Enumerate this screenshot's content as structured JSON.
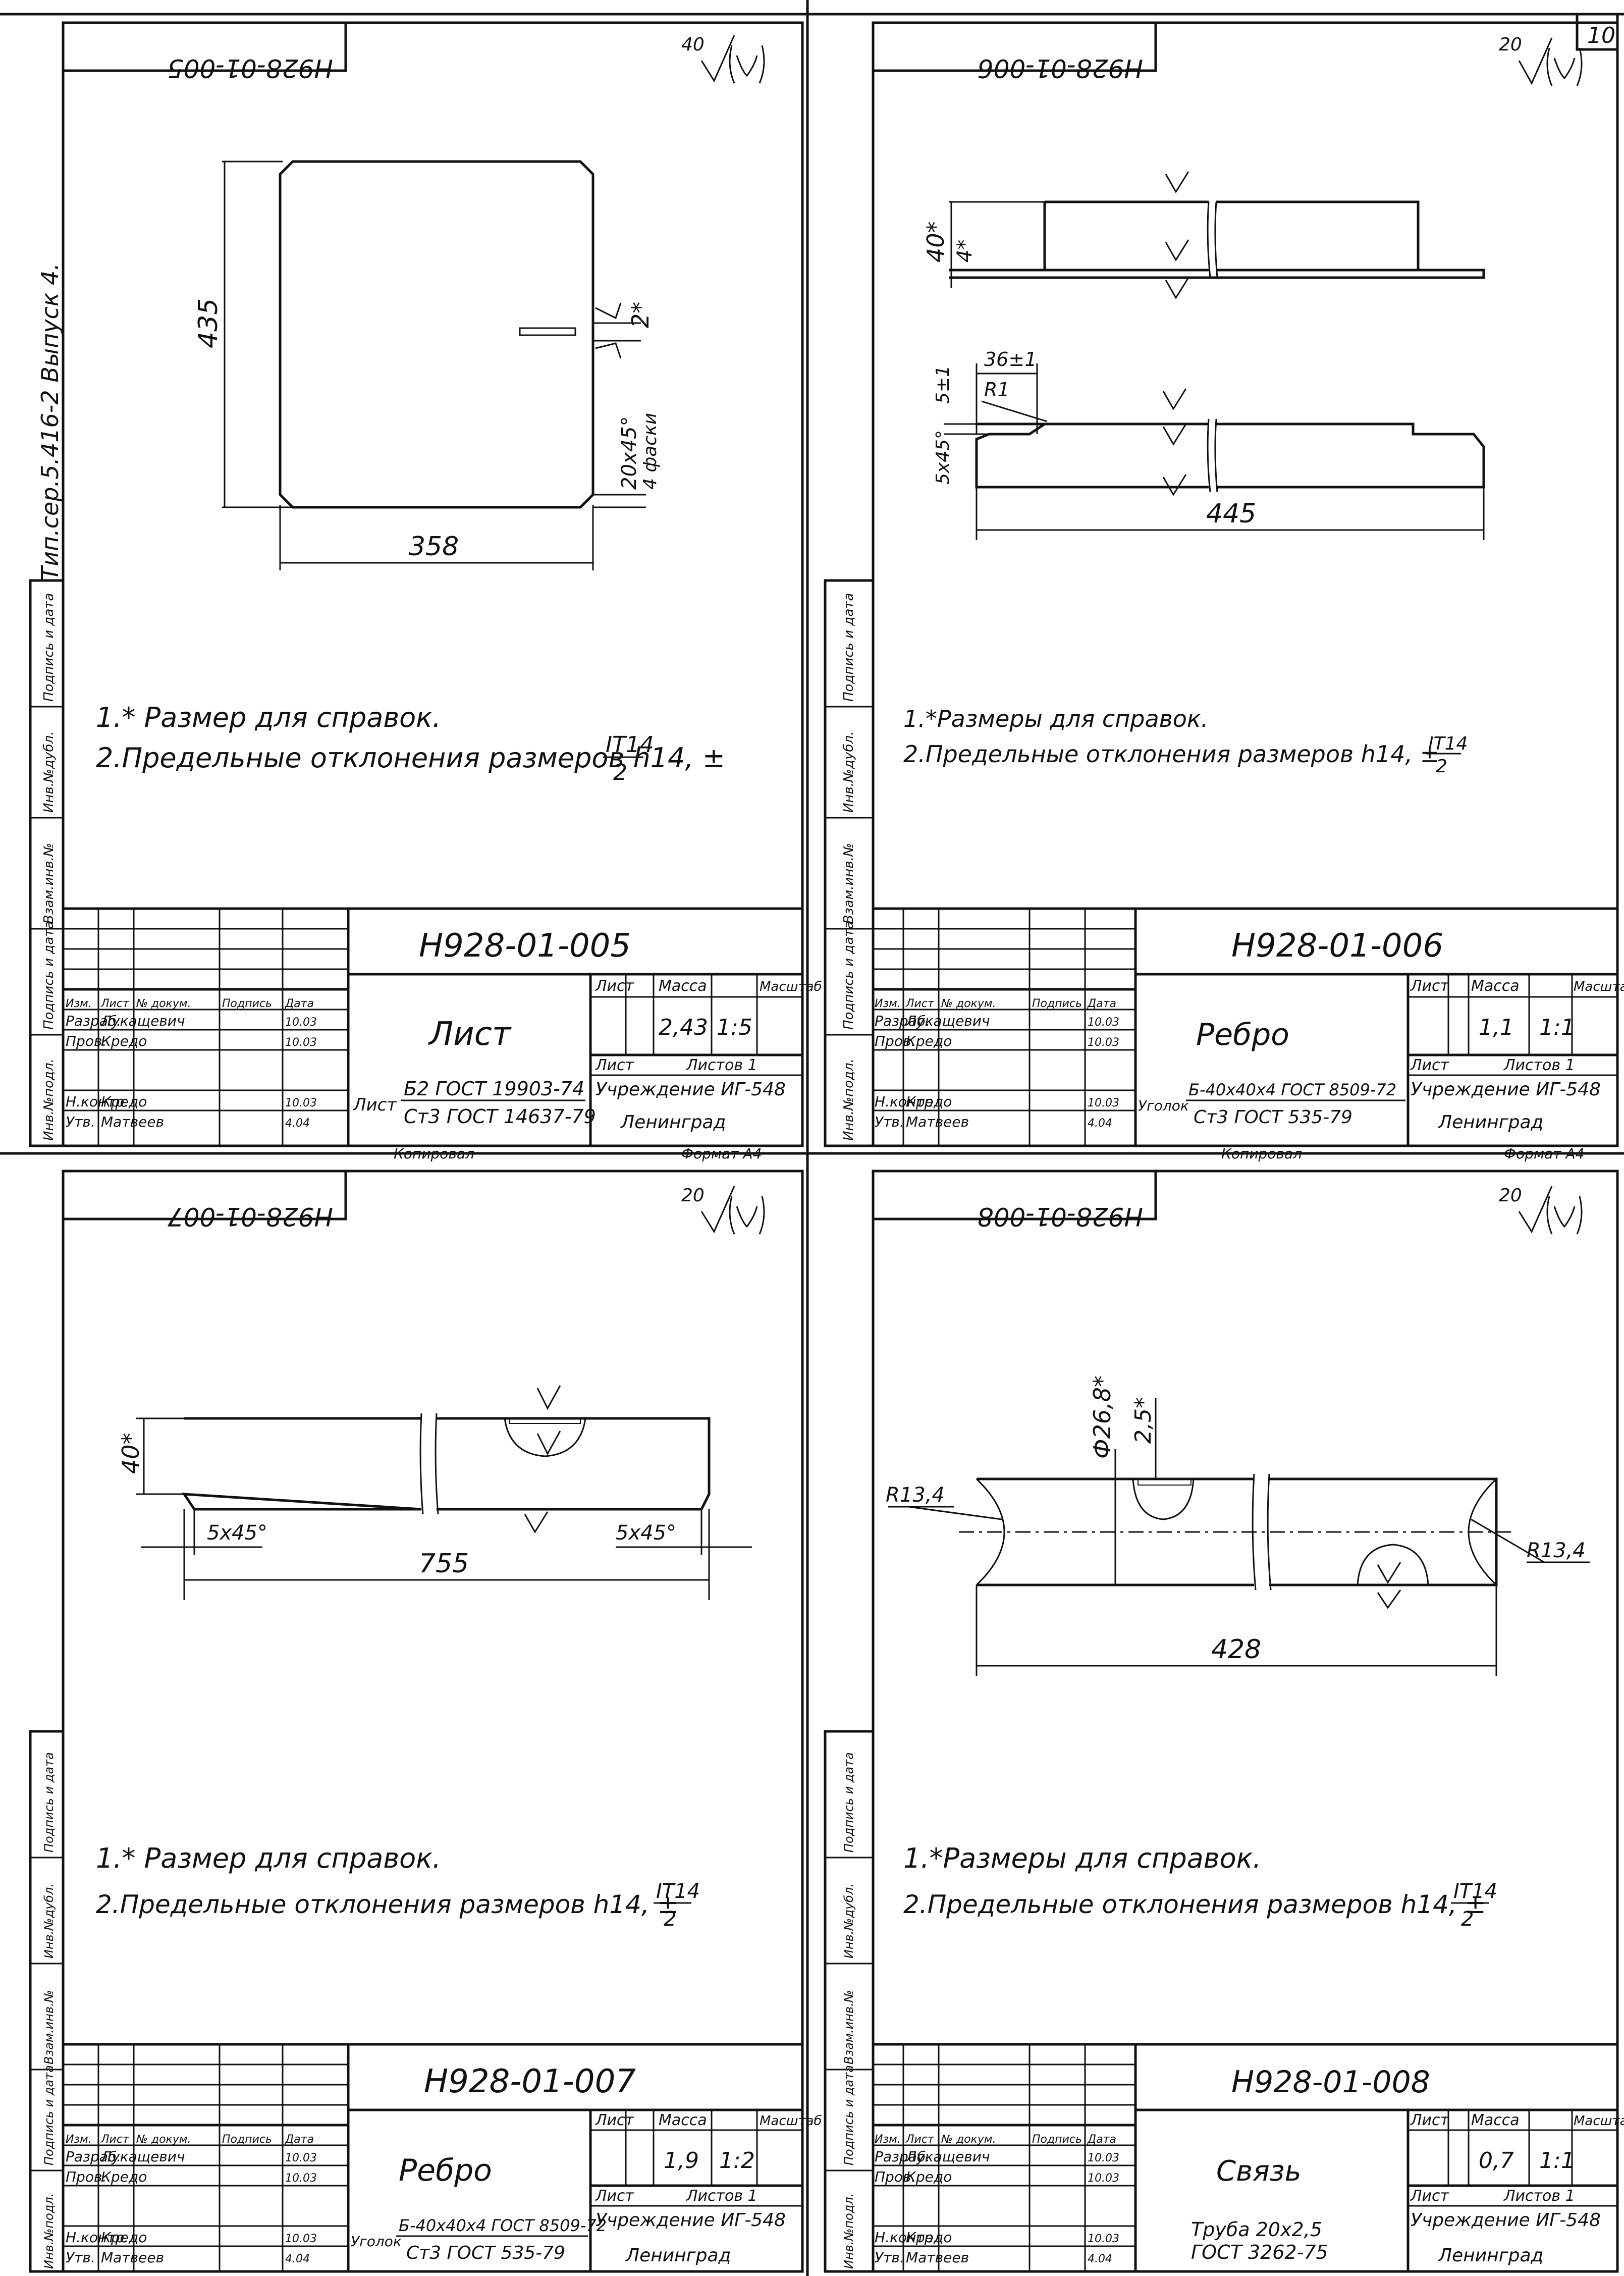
{
  "page_number": "10",
  "side_note": "Тип.сер.5.416-2 Выпуск 4.",
  "stamp_column_labels": [
    "Инв.№подл.",
    "Подпись и дата",
    "Взам.инв.№",
    "Инв.№дубл.",
    "Подпись и дата"
  ],
  "sheets": [
    {
      "mirrored_code": "H928-01-005",
      "roughness": "40",
      "designation": "H928-01-005",
      "name": "Лист",
      "mass": "2,43",
      "scale": "1:5",
      "sheet_label": "Лист",
      "sheets_label": "Листов 1",
      "organization": "Учреждение ИГ-548",
      "city": "Ленинград",
      "material_prefix": "Лист",
      "material_line1": "Б2 ГОСТ 19903-74",
      "material_line2": "Ст3 ГОСТ 14637-79",
      "copied": "Копировал",
      "format": "Формат А4",
      "col_headers": [
        "Изм.",
        "Лист",
        "№ докум.",
        "Подпись",
        "Дата"
      ],
      "rows": [
        {
          "role": "Разраб.",
          "name": "Лукащевич",
          "date": "10.03"
        },
        {
          "role": "Пров.",
          "name": "Кредо",
          "date": "10.03"
        },
        {
          "role": "Н.контр.",
          "name": "Кредо",
          "date": "10.03"
        },
        {
          "role": "Утв.",
          "name": "Матвеев",
          "date": "4.04"
        }
      ],
      "dims": {
        "height": "435",
        "width": "358",
        "chamfer": "20x45°",
        "chamfer_note": "4 фаски",
        "weld": "2*"
      },
      "notes": [
        "1.* Размер для справок.",
        "2.Предельные отклонения размеров h14, ±",
        "IT14",
        "2"
      ]
    },
    {
      "mirrored_code": "H928-01-006",
      "roughness": "20",
      "designation": "H928-01-006",
      "name": "Ребро",
      "mass": "1,1",
      "scale": "1:1",
      "sheet_label": "Лист",
      "sheets_label": "Листов 1",
      "organization": "Учреждение ИГ-548",
      "city": "Ленинград",
      "material_prefix": "Уголок",
      "material_line1": "Б-40x40x4 ГОСТ 8509-72",
      "material_line2": "Ст3 ГОСТ 535-79",
      "copied": "Копировал",
      "format": "Формат А4",
      "col_headers": [
        "Изм.",
        "Лист",
        "№ докум.",
        "Подпись",
        "Дата"
      ],
      "rows": [
        {
          "role": "Разраб.",
          "name": "Лукащевич",
          "date": "10.03"
        },
        {
          "role": "Пров.",
          "name": "Кредо",
          "date": "10.03"
        },
        {
          "role": "Н.контр.",
          "name": "Кредо",
          "date": "10.03"
        },
        {
          "role": "Утв.",
          "name": "Матвеев",
          "date": "4.04"
        }
      ],
      "dims": {
        "height": "40*",
        "thk": "4*",
        "flange": "36±1",
        "radius": "R1",
        "gap": "5±1",
        "chamfer": "5x45°",
        "length": "445"
      },
      "notes": [
        "1.*Размеры для справок.",
        "2.Предельные отклонения размеров h14, ±",
        "IT14",
        "2"
      ]
    },
    {
      "mirrored_code": "H928-01-007",
      "roughness": "20",
      "designation": "H928-01-007",
      "name": "Ребро",
      "mass": "1,9",
      "scale": "1:2",
      "sheet_label": "Лист",
      "sheets_label": "Листов 1",
      "organization": "Учреждение ИГ-548",
      "city": "Ленинград",
      "material_prefix": "Уголок",
      "material_line1": "Б-40x40x4 ГОСТ 8509-72",
      "material_line2": "Ст3 ГОСТ 535-79",
      "copied": "",
      "format": "",
      "col_headers": [
        "Изм.",
        "Лист",
        "№ докум.",
        "Подпись",
        "Дата"
      ],
      "rows": [
        {
          "role": "Разраб.",
          "name": "Лукащевич",
          "date": "10.03"
        },
        {
          "role": "Пров.",
          "name": "Кредо",
          "date": "10.03"
        },
        {
          "role": "Н.контр.",
          "name": "Кредо",
          "date": "10.03"
        },
        {
          "role": "Утв.",
          "name": "Матвеев",
          "date": "4.04"
        }
      ],
      "dims": {
        "height": "40*",
        "chamfer_left": "5x45°",
        "chamfer_right": "5x45°",
        "length": "755"
      },
      "notes": [
        "1.* Размер для справок.",
        "2.Предельные отклонения размеров h14, ±",
        "IT14",
        "2"
      ]
    },
    {
      "mirrored_code": "H928-01-008",
      "roughness": "20",
      "designation": "H928-01-008",
      "name": "Связь",
      "mass": "0,7",
      "scale": "1:1",
      "sheet_label": "Лист",
      "sheets_label": "Листов 1",
      "organization": "Учреждение ИГ-548",
      "city": "Ленинград",
      "material_prefix": "",
      "material_line1": "Труба 20x2,5",
      "material_line2": "ГОСТ 3262-75",
      "copied": "",
      "format": "",
      "col_headers": [
        "Изм.",
        "Лист",
        "№ докум.",
        "Подпись",
        "Дата"
      ],
      "rows": [
        {
          "role": "Разраб.",
          "name": "Лукащевич",
          "date": "10.03"
        },
        {
          "role": "Пров.",
          "name": "Кредо",
          "date": "10.03"
        },
        {
          "role": "Н.контр.",
          "name": "Кредо",
          "date": "10.03"
        },
        {
          "role": "Утв.",
          "name": "Матвеев",
          "date": "4.04"
        }
      ],
      "dims": {
        "dia": "Ф26,8*",
        "weld": "2,5*",
        "r_left": "R13,4",
        "r_right": "R13,4",
        "length": "428"
      },
      "notes": [
        "1.*Размеры для справок.",
        "2.Предельные отклонения размеров h14, ±",
        "IT14",
        "2"
      ]
    }
  ]
}
